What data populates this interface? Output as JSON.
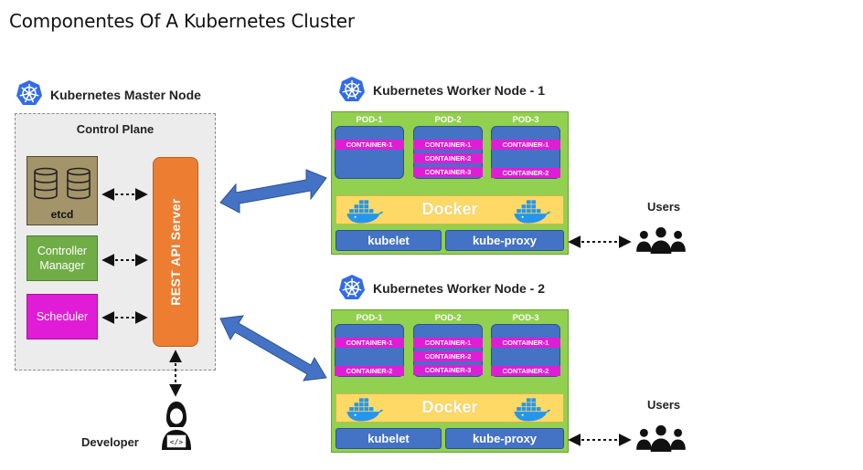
{
  "page_title": "Componentes Of A Kubernetes Cluster",
  "master": {
    "title": "Kubernetes Master Node",
    "control_plane": "Control Plane",
    "etcd": "etcd",
    "controller_manager": "Controller Manager",
    "scheduler": "Scheduler",
    "api_server": "REST API Server"
  },
  "workers": [
    {
      "title": "Kubernetes Worker Node - 1",
      "pods": [
        {
          "label": "POD-1",
          "containers": [
            "CONTAINER-1"
          ]
        },
        {
          "label": "POD-2",
          "containers": [
            "CONTAINER-1",
            "CONTAINER-2",
            "CONTAINER-3"
          ]
        },
        {
          "label": "POD-3",
          "containers": [
            "CONTAINER-1",
            "CONTAINER-2"
          ]
        }
      ],
      "docker": "Docker",
      "kubelet": "kubelet",
      "kube_proxy": "kube-proxy"
    },
    {
      "title": "Kubernetes Worker Node - 2",
      "pods": [
        {
          "label": "POD-1",
          "containers": [
            "CONTAINER-1",
            "CONTAINER-2"
          ]
        },
        {
          "label": "POD-2",
          "containers": [
            "CONTAINER-1",
            "CONTAINER-2",
            "CONTAINER-3"
          ]
        },
        {
          "label": "POD-3",
          "containers": [
            "CONTAINER-1",
            "CONTAINER-2"
          ]
        }
      ],
      "docker": "Docker",
      "kubelet": "kubelet",
      "kube_proxy": "kube-proxy"
    }
  ],
  "users_label": "Users",
  "developer_label": "Developer",
  "colors": {
    "kubernetes_blue": "#326ce5",
    "api_orange": "#ed7d31",
    "worker_green": "#92d050",
    "pod_blue": "#4472c4",
    "container_magenta": "#e11cd6",
    "docker_yellow": "#ffd966",
    "etcd_khaki": "#a3946a",
    "controller_green": "#70ad47"
  },
  "icons": [
    "kubernetes-helm-icon",
    "database-icon",
    "docker-whale-icon",
    "users-group-icon",
    "developer-icon"
  ]
}
